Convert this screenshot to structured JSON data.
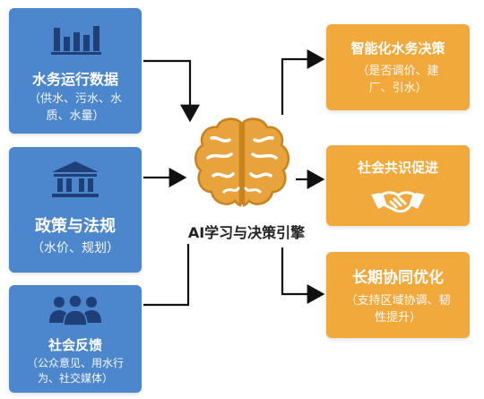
{
  "inputs": {
    "water_data": {
      "title": "水务运行数据",
      "detail": "（供水、污水、水质、水量）",
      "icon": "bar-chart-icon"
    },
    "policy": {
      "title": "政策与法规",
      "detail": "（水价、规划）",
      "icon": "government-building-icon"
    },
    "feedback": {
      "title": "社会反馈",
      "detail": "（公众意见、用水行为、社交媒体）",
      "icon": "people-group-icon"
    }
  },
  "engine": {
    "label": "AI学习与决策引擎",
    "icon": "brain-icon"
  },
  "outputs": {
    "smart_decision": {
      "title": "智能化水务决策",
      "detail": "（是否调价、建厂、引水）"
    },
    "consensus": {
      "title": "社会共识促进",
      "icon": "handshake-icon"
    },
    "optimization": {
      "title": "长期协同优化",
      "detail": "（支持区域协调、韧性提升）"
    }
  },
  "colors": {
    "input_blue": "#4c86cc",
    "output_orange": "#f2a93b",
    "brain_orange": "#e8a33c",
    "arrow": "#111111"
  }
}
